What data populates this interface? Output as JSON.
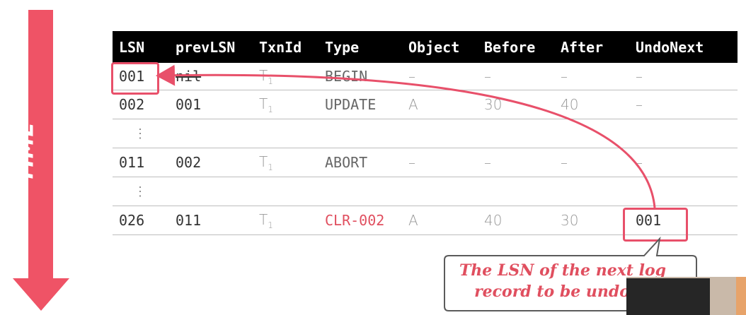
{
  "time_label": "TIME",
  "table": {
    "headers": [
      "LSN",
      "prevLSN",
      "TxnId",
      "Type",
      "Object",
      "Before",
      "After",
      "UndoNext"
    ],
    "rows": [
      {
        "lsn": "001",
        "prev": "nil",
        "txn": "T",
        "txn_sub": "1",
        "type": "BEGIN",
        "object": "–",
        "before": "–",
        "after": "–",
        "undonext": "–"
      },
      {
        "lsn": "002",
        "prev": "001",
        "txn": "T",
        "txn_sub": "1",
        "type": "UPDATE",
        "object": "A",
        "before": "30",
        "after": "40",
        "undonext": "–"
      },
      {
        "lsn": "⋮"
      },
      {
        "lsn": "011",
        "prev": "002",
        "txn": "T",
        "txn_sub": "1",
        "type": "ABORT",
        "object": "–",
        "before": "–",
        "after": "–",
        "undonext": "–"
      },
      {
        "lsn": "⋮"
      },
      {
        "lsn": "026",
        "prev": "011",
        "txn": "T",
        "txn_sub": "1",
        "type": "CLR-002",
        "object": "A",
        "before": "40",
        "after": "30",
        "undonext": "001"
      }
    ]
  },
  "callout": {
    "line1": "The LSN of the next log",
    "line2": "record to be undone"
  },
  "colors": {
    "accent": "#e8506a",
    "header_bg": "#000000",
    "clr_text": "#e04f5f"
  }
}
